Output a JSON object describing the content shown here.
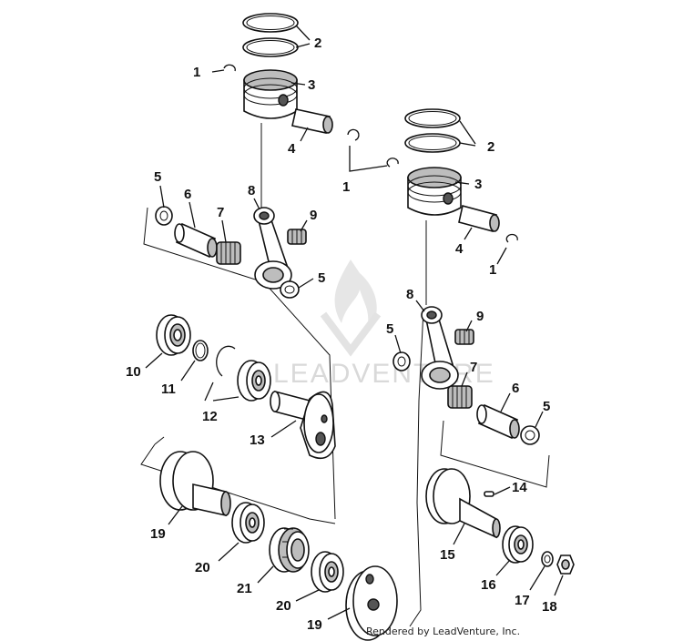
{
  "labels": [
    {
      "id": "l1a",
      "text": "1"
    },
    {
      "id": "l2a",
      "text": "2"
    },
    {
      "id": "l3a",
      "text": "3"
    },
    {
      "id": "l4a",
      "text": "4"
    },
    {
      "id": "l1b",
      "text": "1"
    },
    {
      "id": "l2b",
      "text": "2"
    },
    {
      "id": "l3b",
      "text": "3"
    },
    {
      "id": "l4b",
      "text": "4"
    },
    {
      "id": "l1c",
      "text": "1"
    },
    {
      "id": "l5a",
      "text": "5"
    },
    {
      "id": "l6a",
      "text": "6"
    },
    {
      "id": "l7a",
      "text": "7"
    },
    {
      "id": "l8a",
      "text": "8"
    },
    {
      "id": "l9a",
      "text": "9"
    },
    {
      "id": "l5b",
      "text": "5"
    },
    {
      "id": "l8b",
      "text": "8"
    },
    {
      "id": "l9b",
      "text": "9"
    },
    {
      "id": "l5c",
      "text": "5"
    },
    {
      "id": "l7b",
      "text": "7"
    },
    {
      "id": "l6b",
      "text": "6"
    },
    {
      "id": "l5d",
      "text": "5"
    },
    {
      "id": "l10",
      "text": "10"
    },
    {
      "id": "l11",
      "text": "11"
    },
    {
      "id": "l12",
      "text": "12"
    },
    {
      "id": "l13",
      "text": "13"
    },
    {
      "id": "l14",
      "text": "14"
    },
    {
      "id": "l15",
      "text": "15"
    },
    {
      "id": "l16",
      "text": "16"
    },
    {
      "id": "l17",
      "text": "17"
    },
    {
      "id": "l18",
      "text": "18"
    },
    {
      "id": "l19a",
      "text": "19"
    },
    {
      "id": "l20a",
      "text": "20"
    },
    {
      "id": "l21",
      "text": "21"
    },
    {
      "id": "l20b",
      "text": "20"
    },
    {
      "id": "l19b",
      "text": "19"
    }
  ],
  "watermark": "LEADVENTURE",
  "credit": "Rendered by LeadVenture, Inc."
}
